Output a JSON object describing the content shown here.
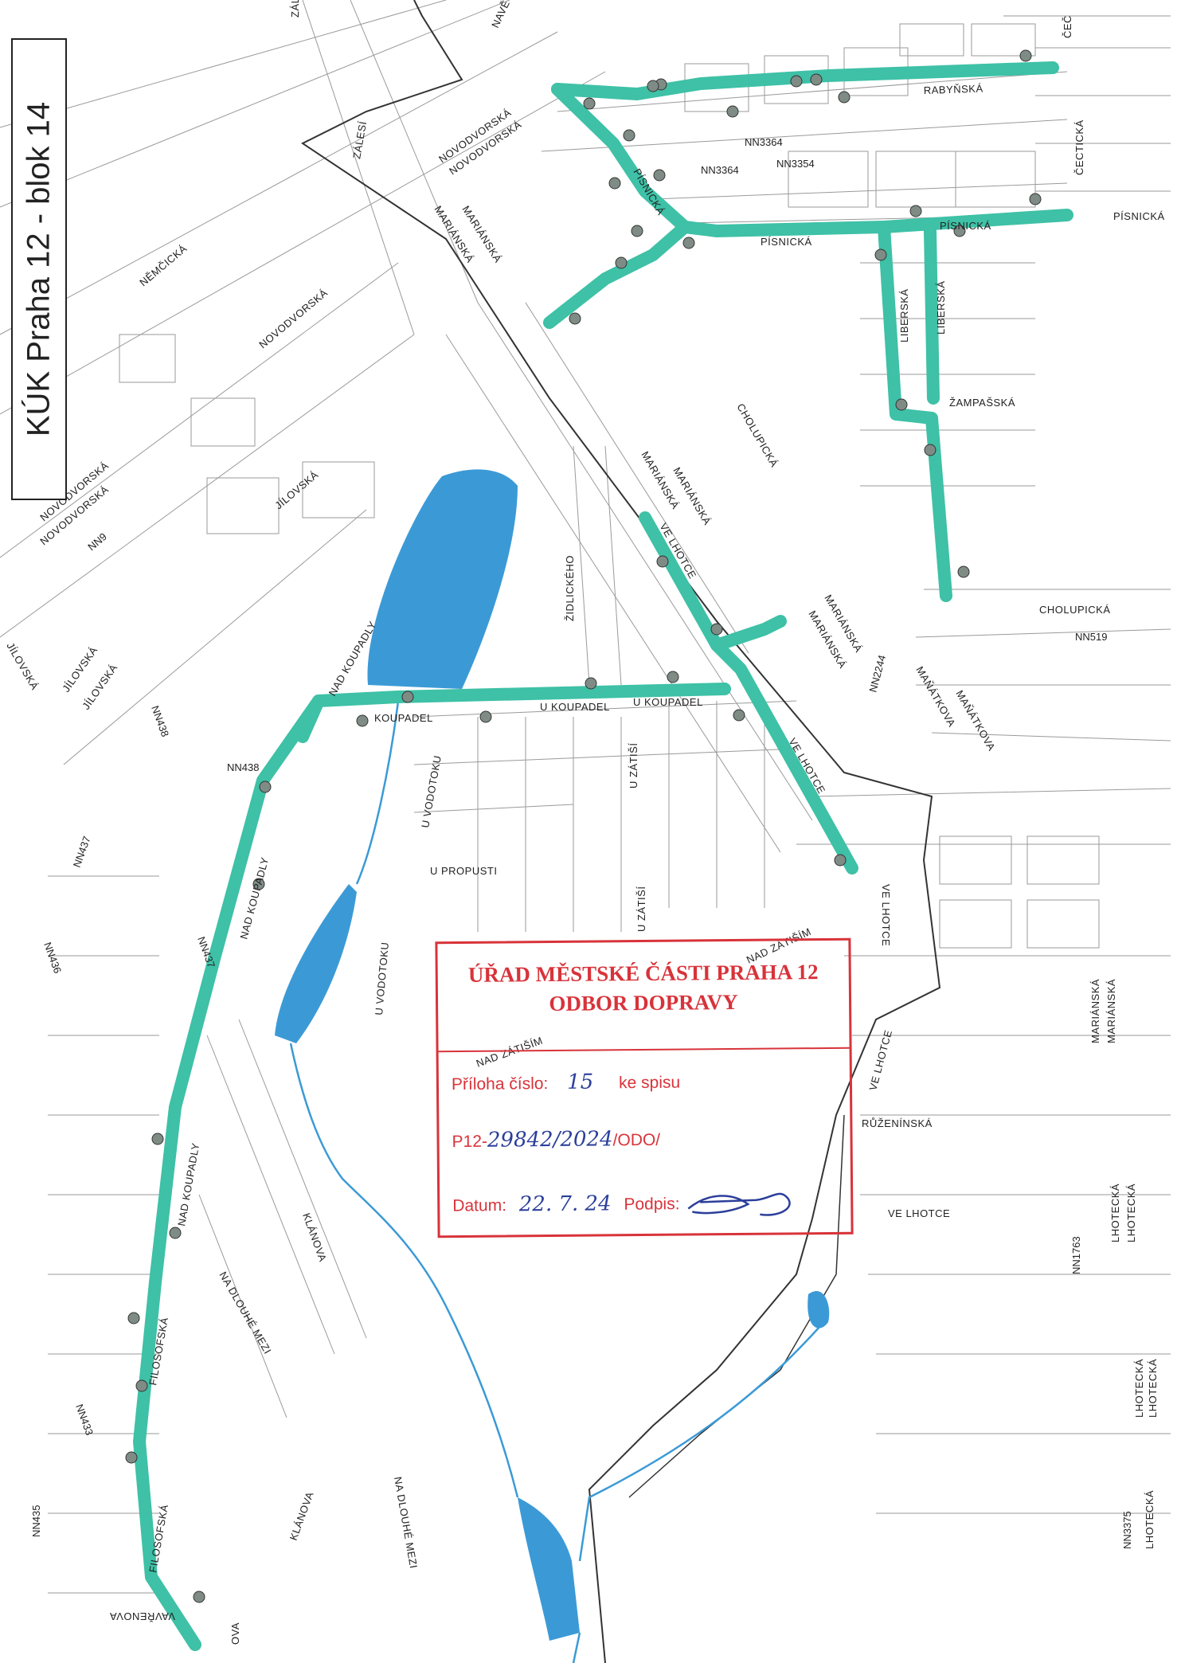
{
  "map": {
    "title": "KÚK Praha 12 - blok 14",
    "colors": {
      "route": "#3ec1a6",
      "water": "#3b9ad6",
      "stamp": "#d8333a",
      "ink": "#2c3f9a",
      "boundary": "#333333"
    },
    "streets": {
      "zalesi_top": "ZÁLESÍ",
      "zalesi": "ZÁLESÍ",
      "navetrove": "NAVĚTROVÉ",
      "cecticka_top": "ČEČ",
      "rabynska": "RABYŇSKÁ",
      "cecticka": "ČECTICKÁ",
      "novodvorska_a": "NOVODVORSKÁ",
      "novodvorska_b": "NOVODVORSKÁ",
      "pisnicka": "PÍSNICKÁ",
      "pisnicka_b": "PÍSNICKÁ",
      "pisnicka_edge": "PÍSNICKÁ",
      "pisnicka_c": "PÍSNICKÁ",
      "nemcicka": "NĚMČICKÁ",
      "marianska_a": "MARIÁNSKÁ",
      "marianska_b": "MARIÁNSKÁ",
      "novodvorska_c": "NOVODVORSKÁ",
      "liberska_a": "LIBERSKÁ",
      "liberska_b": "LIBERSKÁ",
      "zampasska": "ŽAMPAŠSKÁ",
      "cholupicka_a": "CHOLUPICKÁ",
      "cholupicka_b": "CHOLUPICKÁ",
      "marianska_c": "MARIÁNSKÁ",
      "marianska_d": "MARIÁNSKÁ",
      "novodvorska_d": "NOVODVORSKÁ",
      "novodvorska_e": "NOVODVORSKÁ",
      "jilovska_a": "JÍLOVSKÁ",
      "jilovska_b": "JÍLOVSKÁ",
      "jilovska_c": "JÍLOVSKÁ",
      "jilovska_d": "JÍLOVSKÁ",
      "zidlickeho": "ŽIDLICKÉHO",
      "ve_lhotce_a": "VE LHOTCE",
      "marianska_e": "MARIÁNSKÁ",
      "marianska_f": "MARIÁNSKÁ",
      "malatova_a": "MAŇÁTKOVA",
      "malatova_b": "MAŇÁTKOVA",
      "nad_koupadly_a": "NAD KOUPADLY",
      "u_koupadel_a": "KOUPADEL",
      "u_koupadel_b": "U KOUPADEL",
      "u_koupadel_c": "U KOUPADEL",
      "ve_lhotce_b": "VE LHOTCE",
      "u_vodotoku_a": "U VODOTOKU",
      "u_zatisi_a": "U ZÁTIŠÍ",
      "u_propusti": "U PROPUSTI",
      "u_zatisi_b": "U ZÁTIŠÍ",
      "nad_koupadly_b": "NAD KOUPADLY",
      "ve_lhotce_c": "VE LHOTCE",
      "nad_zatisim_a": "NAD ZÁTIŠÍM",
      "u_vodotoku_b": "U VODOTOKU",
      "nad_zatisim_b": "NAD ZÁTIŠÍM",
      "ve_lhotce_d": "VE LHOTCE",
      "marianska_g": "MARIÁNSKÁ",
      "marianska_h": "MARIÁNSKÁ",
      "ruzeninska": "RŮŽENÍNSKÁ",
      "ve_lhotce_e": "VE LHOTCE",
      "lhotecka_a": "LHOTECKÁ",
      "lhotecka_b": "LHOTECKÁ",
      "lhotecka_c": "LHOTECKÁ",
      "lhotecka_d": "LHOTECKÁ",
      "lhotecka_e": "LHOTECKÁ",
      "nad_koupadly_c": "NAD KOUPADLY",
      "klanova_a": "KLÁNOVA",
      "na_dlouhe_mezi_a": "NA DLOUHÉ MEZI",
      "filosofska_a": "FILOSOFSKÁ",
      "filosofska_b": "FILOSOFSKÁ",
      "klanova_b": "KLÁNOVA",
      "na_dlouhe_mezi_b": "NA DLOUHÉ MEZI",
      "varenova": "VAVŘENOVA",
      "bottom_a": "OVA"
    },
    "nn": {
      "nn3364_a": "NN3364",
      "nn3364_b": "NN3364",
      "nn3354": "NN3354",
      "nn9": "NN9",
      "nn519": "NN519",
      "nn2244": "NN2244",
      "nn438_a": "NN438",
      "nn438_b": "NN438",
      "nn437_a": "NN437",
      "nn437_b": "NN437",
      "nn436": "NN436",
      "nn433": "NN433",
      "nn435": "NN435",
      "nn1763": "NN1763",
      "nn3375": "NN3375"
    },
    "stamp": {
      "line1": "ÚŘAD MĚSTSKÉ ČÁSTI PRAHA 12",
      "line2": "ODBOR DOPRAVY",
      "priloha_label": "Příloha číslo:",
      "priloha_value": "15",
      "spis_label": "ke spisu",
      "ref_prefix": "P12-",
      "ref_number": "29842",
      "ref_sep": "/",
      "ref_year": "2024",
      "ref_suffix": "/ODO/",
      "datum_label": "Datum:",
      "datum_value": "22. 7. 24",
      "podpis_label": "Podpis:"
    }
  }
}
